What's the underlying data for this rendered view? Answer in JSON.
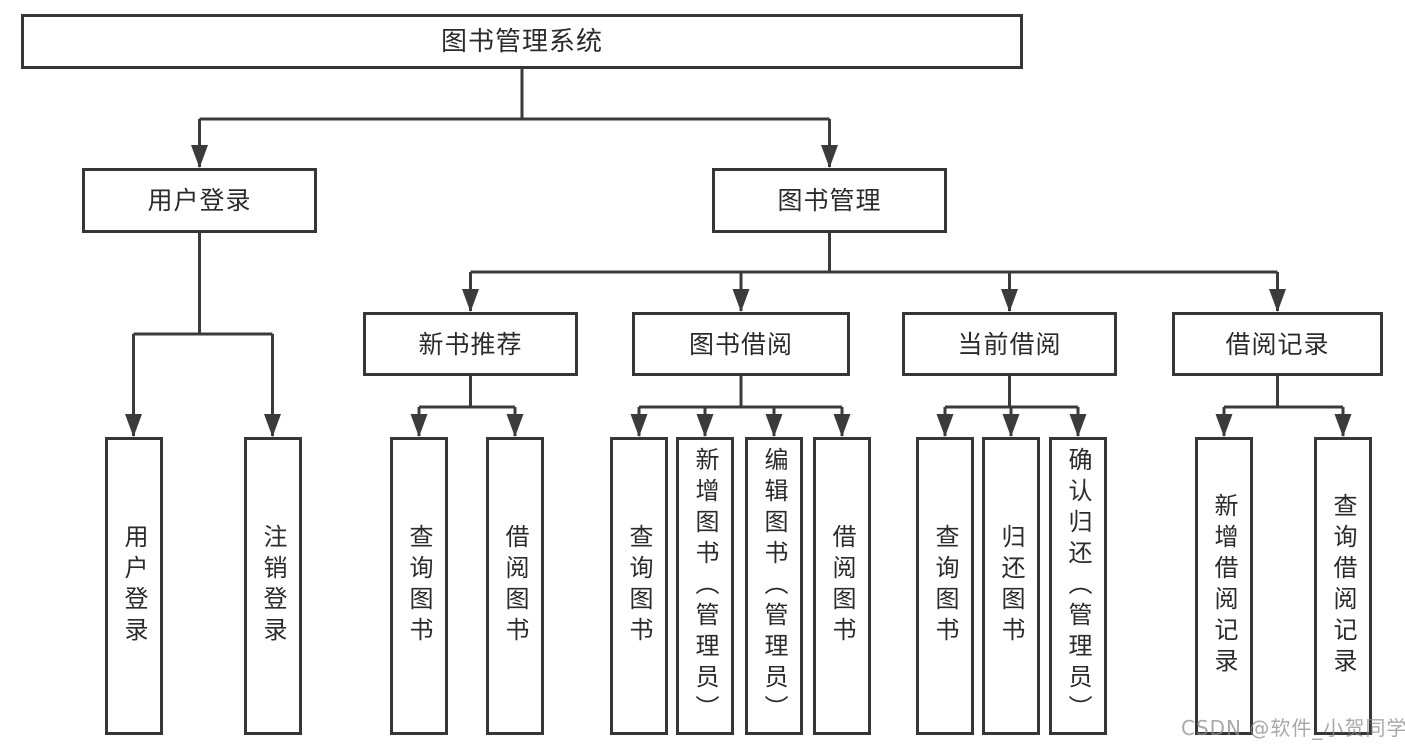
{
  "diagram": {
    "type": "hierarchy-tree",
    "orientation": "top-down",
    "line_color": "#3b3b3b",
    "box_border_color": "#363636",
    "text_color": "#2b2b2b",
    "background_color": "#ffffff"
  },
  "tree": {
    "label": "图书管理系统",
    "children": [
      {
        "label": "用户登录",
        "children": [
          {
            "label": "用户登录"
          },
          {
            "label": "注销登录"
          }
        ]
      },
      {
        "label": "图书管理",
        "children": [
          {
            "label": "新书推荐",
            "children": [
              {
                "label": "查询图书"
              },
              {
                "label": "借阅图书"
              }
            ]
          },
          {
            "label": "图书借阅",
            "children": [
              {
                "label": "查询图书"
              },
              {
                "label": "新增图书（管理员）"
              },
              {
                "label": "编辑图书（管理员）"
              },
              {
                "label": "借阅图书"
              }
            ]
          },
          {
            "label": "当前借阅",
            "children": [
              {
                "label": "查询图书"
              },
              {
                "label": "归还图书"
              },
              {
                "label": "确认归还（管理员）"
              }
            ]
          },
          {
            "label": "借阅记录",
            "children": [
              {
                "label": "新增借阅记录"
              },
              {
                "label": "查询借阅记录"
              }
            ]
          }
        ]
      }
    ]
  },
  "watermark": {
    "text": "CSDN @软件_小贺同学",
    "color": "#8c8c8c"
  }
}
